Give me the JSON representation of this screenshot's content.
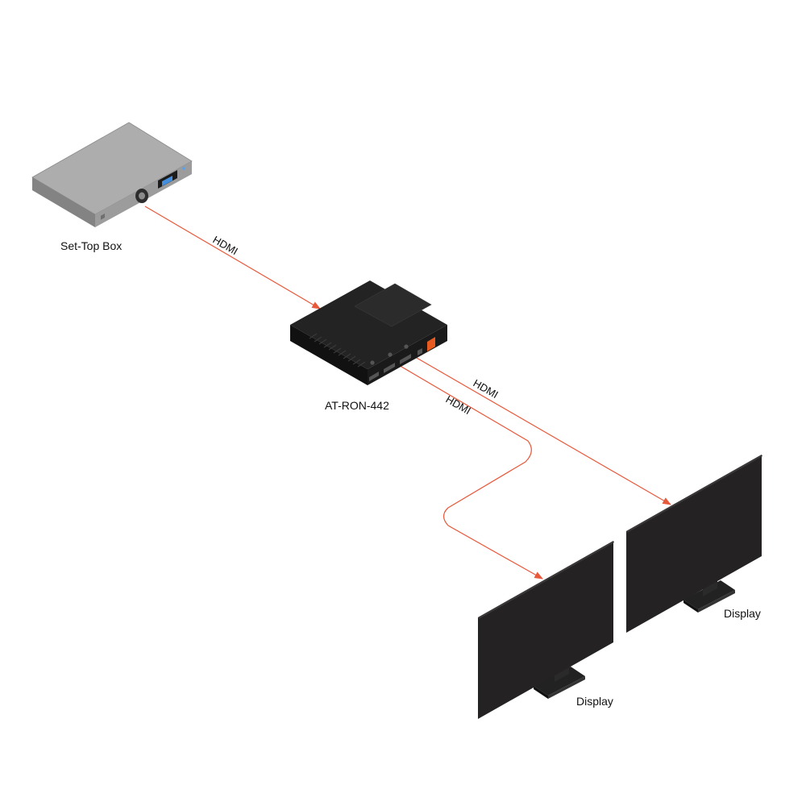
{
  "diagram": {
    "devices": {
      "source": {
        "label": "Set-Top Box",
        "icon": "set-top-box-icon"
      },
      "switcher": {
        "label": "AT-RON-442",
        "icon": "av-switcher-icon"
      },
      "display_right": {
        "label": "Display",
        "icon": "display-icon"
      },
      "display_left": {
        "label": "Display",
        "icon": "display-icon"
      }
    },
    "connections": [
      {
        "from": "Set-Top Box",
        "to": "AT-RON-442",
        "label": "HDMI"
      },
      {
        "from": "AT-RON-442",
        "to": "Display (right)",
        "label": "HDMI"
      },
      {
        "from": "AT-RON-442",
        "to": "Display (left)",
        "label": "HDMI"
      }
    ],
    "colors": {
      "cable": "#e8583a",
      "stb_body": "#9a9a9a",
      "switcher_body": "#1b1b1b",
      "display_panel": "#242222",
      "stb_display_accent": "#4aa3ff",
      "switcher_led_accent": "#e85a1f"
    }
  }
}
